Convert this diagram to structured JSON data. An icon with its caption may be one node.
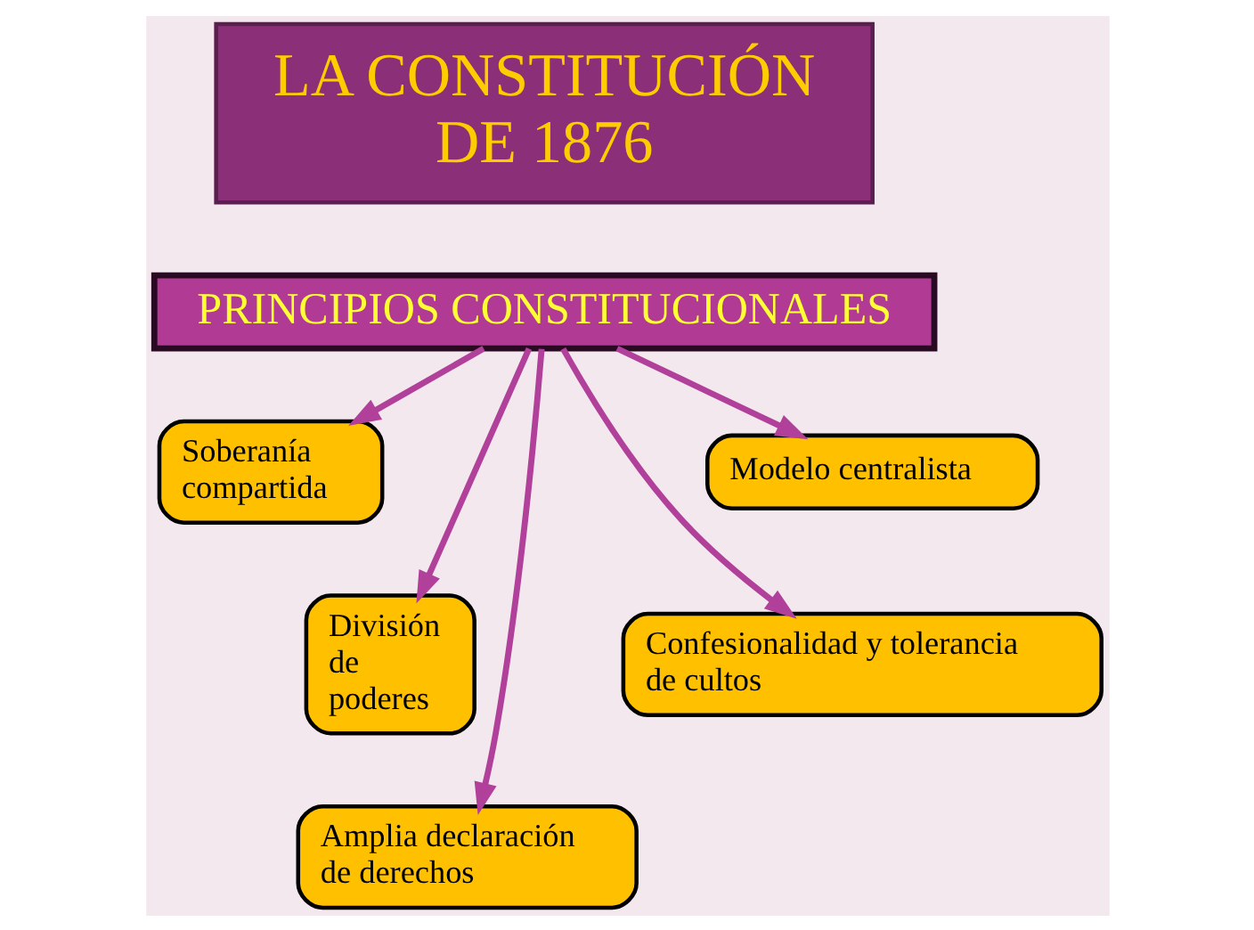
{
  "diagram": {
    "nodes": [
      {
        "text": [
          "LA CONSTITUCIÓN DE 1876"
        ]
      },
      {
        "text": [
          "PRINCIPIOS CONSTITUCIONALES"
        ]
      },
      {
        "text": [
          "Soberanía compartida"
        ]
      },
      {
        "text": [
          "División de poderes"
        ]
      },
      {
        "text": [
          "Amplia declaración de derechos"
        ]
      },
      {
        "text": [
          "Confesionalidad y tolerancia de cultos"
        ]
      },
      {
        "text": [
          "Modelo centralista"
        ]
      }
    ],
    "edges": [
      {
        "from": 1,
        "to": 2,
        "arrow": "to"
      },
      {
        "from": 1,
        "to": 3,
        "arrow": "to"
      },
      {
        "from": 1,
        "to": 4,
        "arrow": "to"
      },
      {
        "from": 1,
        "to": 5,
        "arrow": "to"
      },
      {
        "from": 1,
        "to": 6,
        "arrow": "to"
      }
    ]
  }
}
